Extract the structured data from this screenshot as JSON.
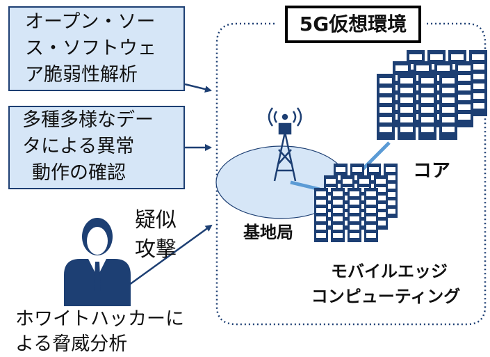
{
  "boxes": {
    "oss": {
      "lines": [
        "オープン・ソー",
        "ス・ソフトウェ",
        "ア脆弱性解析"
      ]
    },
    "data": {
      "lines": [
        "多種多様なデー",
        "タによる異常",
        "動作の確認"
      ]
    }
  },
  "attack": {
    "lines": [
      "疑似",
      "攻撃"
    ]
  },
  "hacker": {
    "lines": [
      "ホワイトハッカーに",
      "よる脅威分析"
    ]
  },
  "env": {
    "title": "5G仮想環境"
  },
  "core": {
    "label": "コア"
  },
  "base_station": {
    "label": "基地局"
  },
  "mec": {
    "lines": [
      "モバイルエッジ",
      "コンピューティング"
    ]
  },
  "colors": {
    "navy": "#1d3f73",
    "box_fill": "#d6e6f7",
    "link": "#5b9bd5",
    "ellipse": "#d6e6f7"
  }
}
